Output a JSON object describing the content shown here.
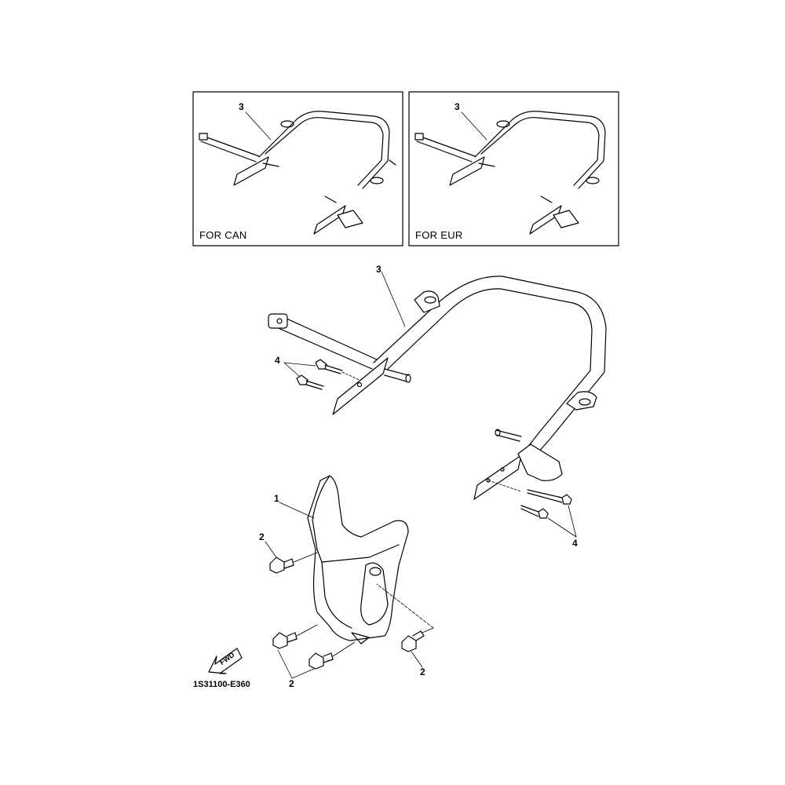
{
  "insets": [
    {
      "label": "FOR CAN",
      "callout": "3"
    },
    {
      "label": "FOR EUR",
      "callout": "3"
    }
  ],
  "callouts": {
    "main_frame": "3",
    "bolts_top": "4",
    "bolts_right": "4",
    "cover": "1",
    "bolt_left": "2",
    "bolts_bottom_left": "2",
    "bolt_bottom_right": "2"
  },
  "fwd_arrow": "FWD",
  "reference_code": "1S31100-E360",
  "icons": [
    "fwd-arrow-icon"
  ]
}
